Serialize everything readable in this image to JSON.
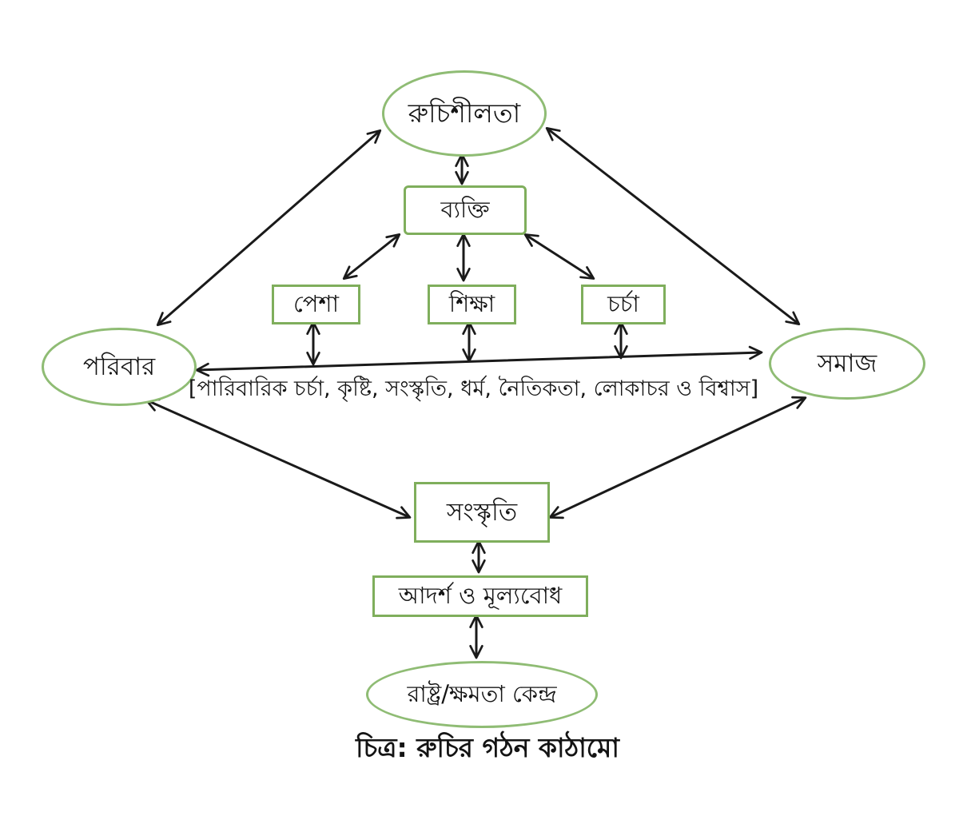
{
  "diagram": {
    "title": "",
    "caption": "চিত্র: রুচির গঠন কাঠামো",
    "annotation": "[পারিবারিক চর্চা, কৃষ্টি, সংস্কৃতি, ধর্ম, নৈতিকতা, লোকাচর ও বিশ্বাস]",
    "nodes": {
      "tastefulness": {
        "label": "রুচিশীলতা",
        "shape": "ellipse"
      },
      "person": {
        "label": "ব্যক্তি",
        "shape": "rect"
      },
      "profession": {
        "label": "পেশা",
        "shape": "rect"
      },
      "education": {
        "label": "শিক্ষা",
        "shape": "rect"
      },
      "practice": {
        "label": "চর্চা",
        "shape": "rect"
      },
      "family": {
        "label": "পরিবার",
        "shape": "ellipse"
      },
      "society": {
        "label": "সমাজ",
        "shape": "ellipse"
      },
      "culture": {
        "label": "সংস্কৃতি",
        "shape": "rect"
      },
      "ideals_values": {
        "label": "আদর্শ ও মূল্যবোধ",
        "shape": "rect"
      },
      "state_power_center": {
        "label": "রাষ্ট্র/ক্ষমতা কেন্দ্র",
        "shape": "ellipse"
      }
    },
    "edges": [
      {
        "from": "family",
        "to": "tastefulness",
        "bidirectional": true
      },
      {
        "from": "tastefulness",
        "to": "society",
        "bidirectional": true
      },
      {
        "from": "tastefulness",
        "to": "person",
        "bidirectional": true
      },
      {
        "from": "person",
        "to": "profession",
        "bidirectional": true
      },
      {
        "from": "person",
        "to": "education",
        "bidirectional": true
      },
      {
        "from": "person",
        "to": "practice",
        "bidirectional": true
      },
      {
        "from": "profession",
        "to": "family-society-axis",
        "bidirectional": true
      },
      {
        "from": "education",
        "to": "family-society-axis",
        "bidirectional": true
      },
      {
        "from": "practice",
        "to": "family-society-axis",
        "bidirectional": true
      },
      {
        "from": "family",
        "to": "society",
        "bidirectional": true
      },
      {
        "from": "family",
        "to": "culture",
        "bidirectional": true
      },
      {
        "from": "society",
        "to": "culture",
        "bidirectional": true
      },
      {
        "from": "culture",
        "to": "ideals_values",
        "bidirectional": true
      },
      {
        "from": "ideals_values",
        "to": "state_power_center",
        "bidirectional": true
      }
    ],
    "colors": {
      "ellipse_border": "#8fbc74",
      "rect_border": "#7fae5c",
      "arrow": "#1a1a1a",
      "text": "#141414",
      "background": "#ffffff"
    }
  }
}
